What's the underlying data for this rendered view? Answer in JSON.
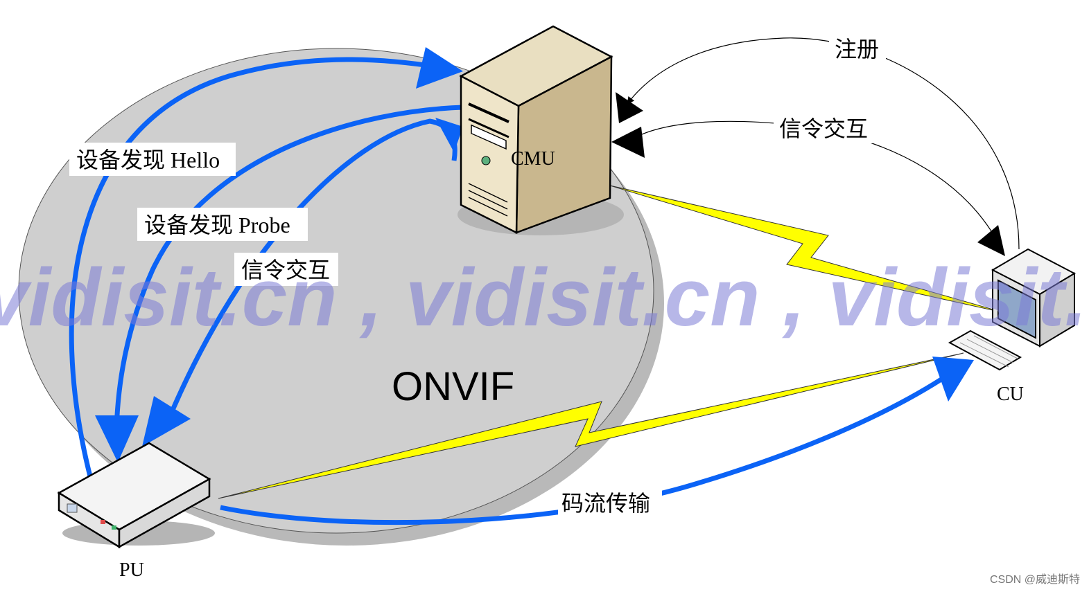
{
  "diagram": {
    "region_label": "ONVIF",
    "nodes": {
      "cmu": "CMU",
      "pu": "PU",
      "cu": "CU"
    },
    "arrows": {
      "hello": "设备发现 Hello",
      "probe": "设备发现 Probe",
      "signal_pu": "信令交互",
      "register": "注册",
      "signal_cu": "信令交互",
      "stream": "码流传输"
    }
  },
  "watermark": {
    "text": "vidisit.cn , vidisit.cn , vidisit.cn",
    "credit": "CSDN @威迪斯特"
  },
  "colors": {
    "ellipse_fill": "#cfcfcf",
    "ellipse_shadow": "#b9b9b9",
    "blue_arrow": "#0b63f6",
    "lightning": "#ffff00",
    "watermark": "#7b7bd6",
    "server_body": "#efe5c9",
    "server_side": "#c9b78e"
  }
}
